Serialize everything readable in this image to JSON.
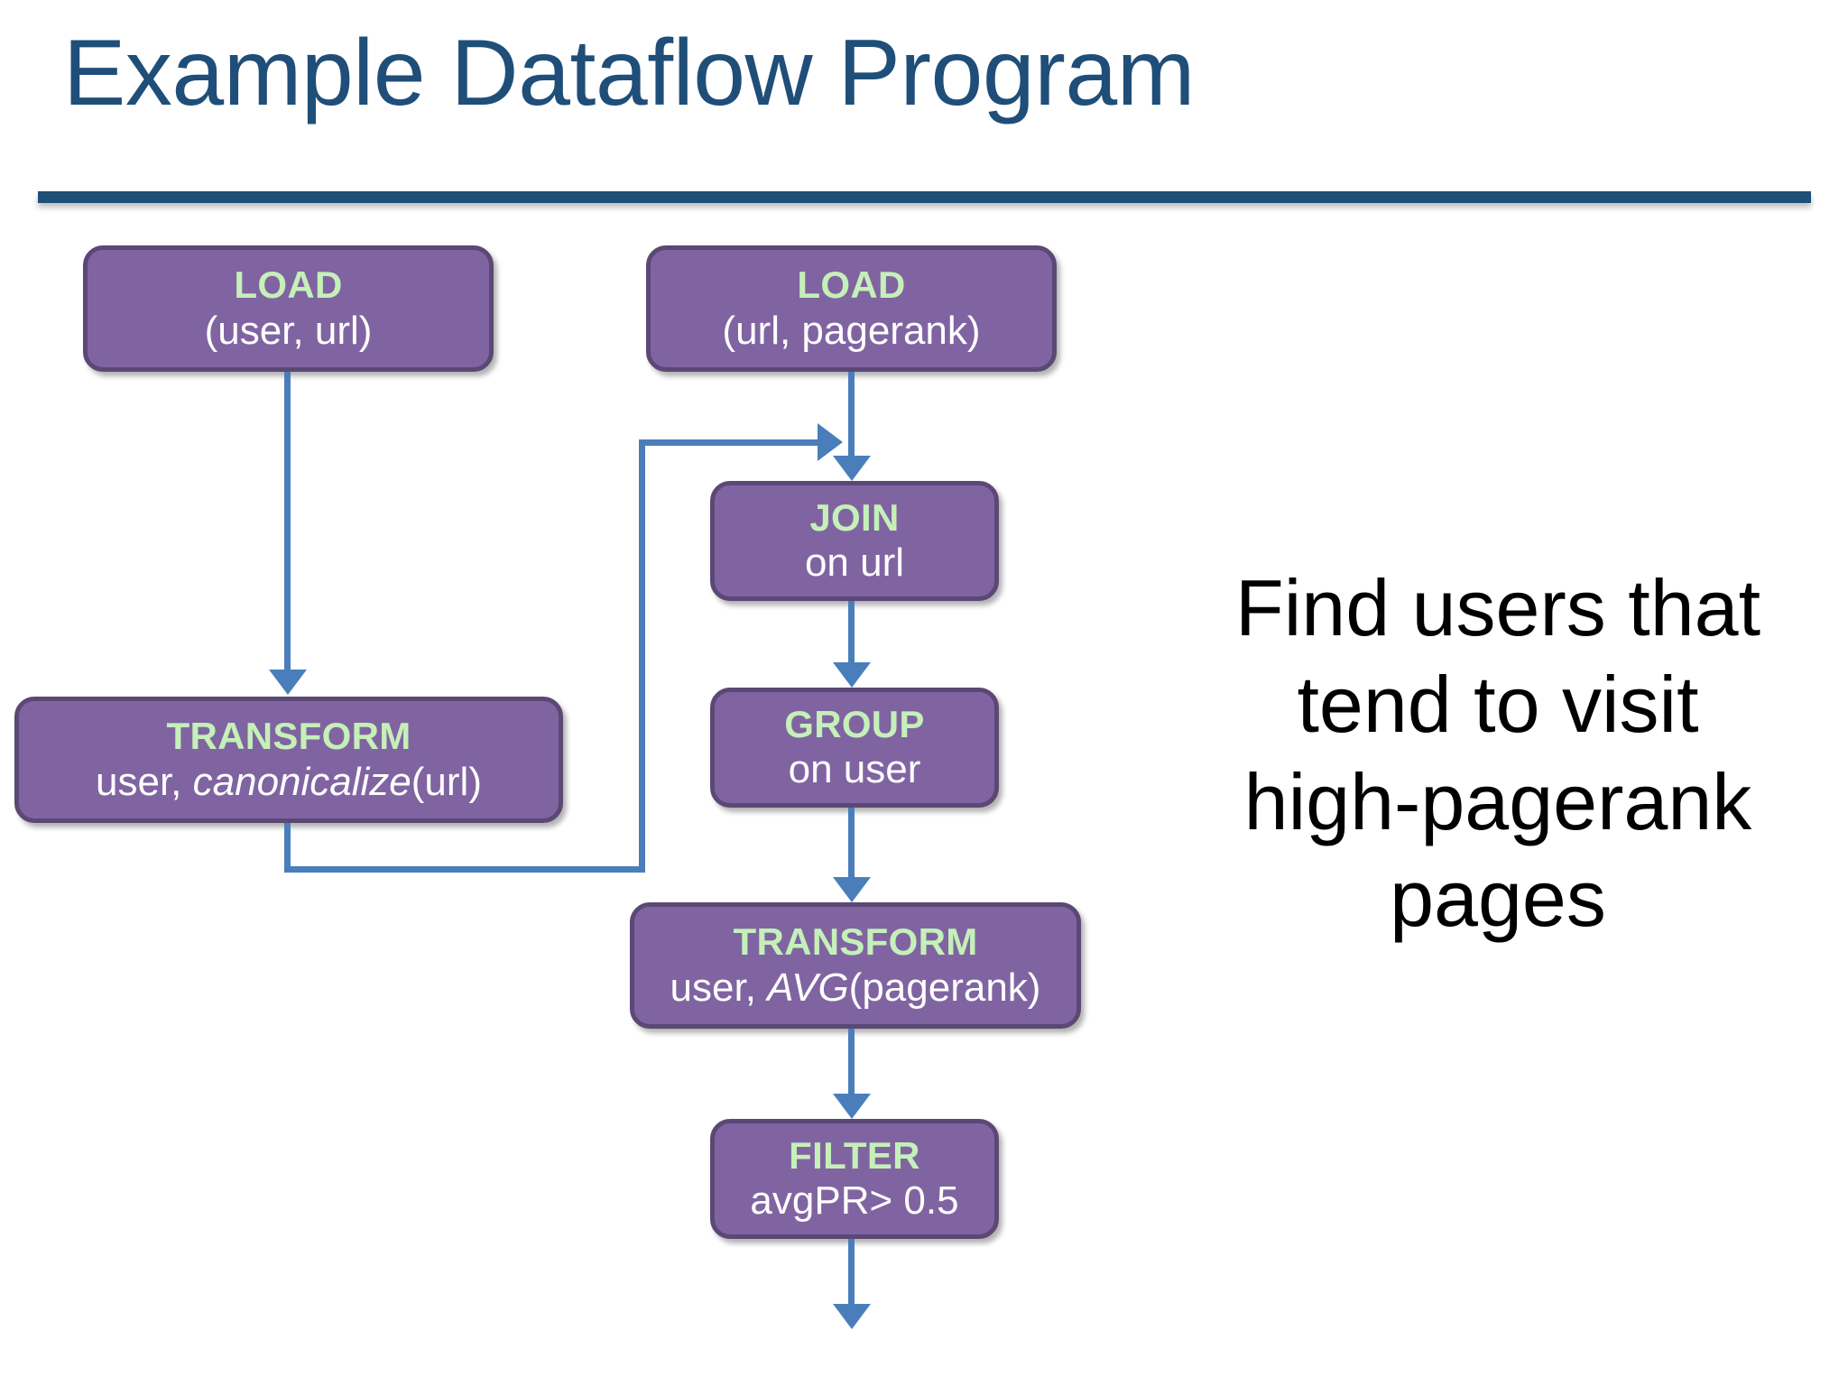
{
  "slide": {
    "title": "Example Dataflow Program",
    "accent_color": "#1F4E79",
    "node_fill": "#8064A2",
    "node_border": "#5B4875",
    "op_text_color": "#C5F0B8",
    "arg_text_color": "#FFFFFF",
    "connector_color": "#4A7EBB"
  },
  "nodes": [
    {
      "id": "load-user-url",
      "op": "LOAD",
      "arg_plain": "(user, url)",
      "arg_pre": "(user, url)",
      "arg_em": "",
      "arg_post": ""
    },
    {
      "id": "load-url-pagerank",
      "op": "LOAD",
      "arg_plain": "(url, pagerank)",
      "arg_pre": "(url, pagerank)",
      "arg_em": "",
      "arg_post": ""
    },
    {
      "id": "join-on-url",
      "op": "JOIN",
      "arg_plain": "on url",
      "arg_pre": "on url",
      "arg_em": "",
      "arg_post": ""
    },
    {
      "id": "transform-canonicalize",
      "op": "TRANSFORM",
      "arg_plain": "user,  canonicalize(url)",
      "arg_pre": "user,  ",
      "arg_em": "canonicalize",
      "arg_post": "(url)"
    },
    {
      "id": "group-on-user",
      "op": "GROUP",
      "arg_plain": "on user",
      "arg_pre": "on user",
      "arg_em": "",
      "arg_post": ""
    },
    {
      "id": "transform-avg",
      "op": "TRANSFORM",
      "arg_plain": "user, AVG(pagerank)",
      "arg_pre": "user, ",
      "arg_em": "AVG",
      "arg_post": "(pagerank)"
    },
    {
      "id": "filter-avgpr",
      "op": "FILTER",
      "arg_plain": "avgPR> 0.5",
      "arg_pre": "avgPR> 0.5",
      "arg_em": "",
      "arg_post": ""
    }
  ],
  "caption": {
    "line1": "Find users that",
    "line2": "tend to visit",
    "line3": "high-pagerank",
    "line4": "pages"
  },
  "edges": [
    {
      "from": "load-user-url",
      "to": "transform-canonicalize",
      "kind": "straight-down"
    },
    {
      "from": "load-url-pagerank",
      "to": "join-on-url",
      "kind": "straight-down"
    },
    {
      "from": "transform-canonicalize",
      "to": "join-on-url",
      "kind": "down-right-up-right"
    },
    {
      "from": "join-on-url",
      "to": "group-on-user",
      "kind": "straight-down"
    },
    {
      "from": "group-on-user",
      "to": "transform-avg",
      "kind": "straight-down"
    },
    {
      "from": "transform-avg",
      "to": "filter-avgpr",
      "kind": "straight-down"
    },
    {
      "from": "filter-avgpr",
      "to": "output",
      "kind": "straight-down"
    }
  ]
}
